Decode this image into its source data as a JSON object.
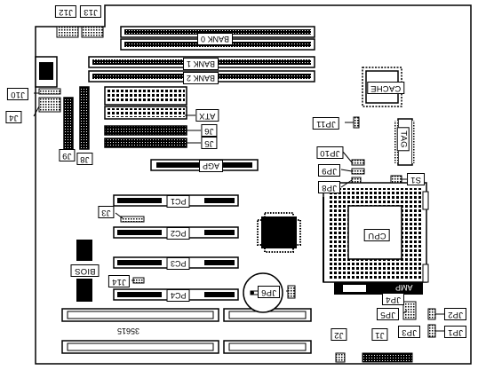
{
  "board": {
    "memory": {
      "bank0": "BANK 0",
      "bank1": "BANK 1",
      "bank2": "BANK 2"
    },
    "cache": "CACHE",
    "tag": "TAG",
    "cpu": "CPU",
    "bios": "BIOS",
    "agp": "AGP",
    "atx": "ATX",
    "amp": "AMP",
    "part_number": "35615",
    "pci": {
      "pc1": "PC1",
      "pc2": "PC2",
      "pc3": "PC3",
      "pc4": "PC4"
    },
    "switch": "S1",
    "jumpers": {
      "j12": "J12",
      "j13": "J13",
      "j10": "J10",
      "j4": "J4",
      "j9": "J9",
      "j8": "J8",
      "j6": "J6",
      "j5": "J5",
      "j3": "J3",
      "j14": "J14",
      "jp11": "JP11",
      "jp10": "JP10",
      "jp9": "JP9",
      "jp8": "JP8",
      "jp6": "JP6",
      "jp4": "JP4",
      "jp5": "JP5",
      "jp2": "JP2",
      "jp3": "JP3",
      "jp1": "JP1",
      "j2": "J2",
      "j1": "J1"
    }
  }
}
